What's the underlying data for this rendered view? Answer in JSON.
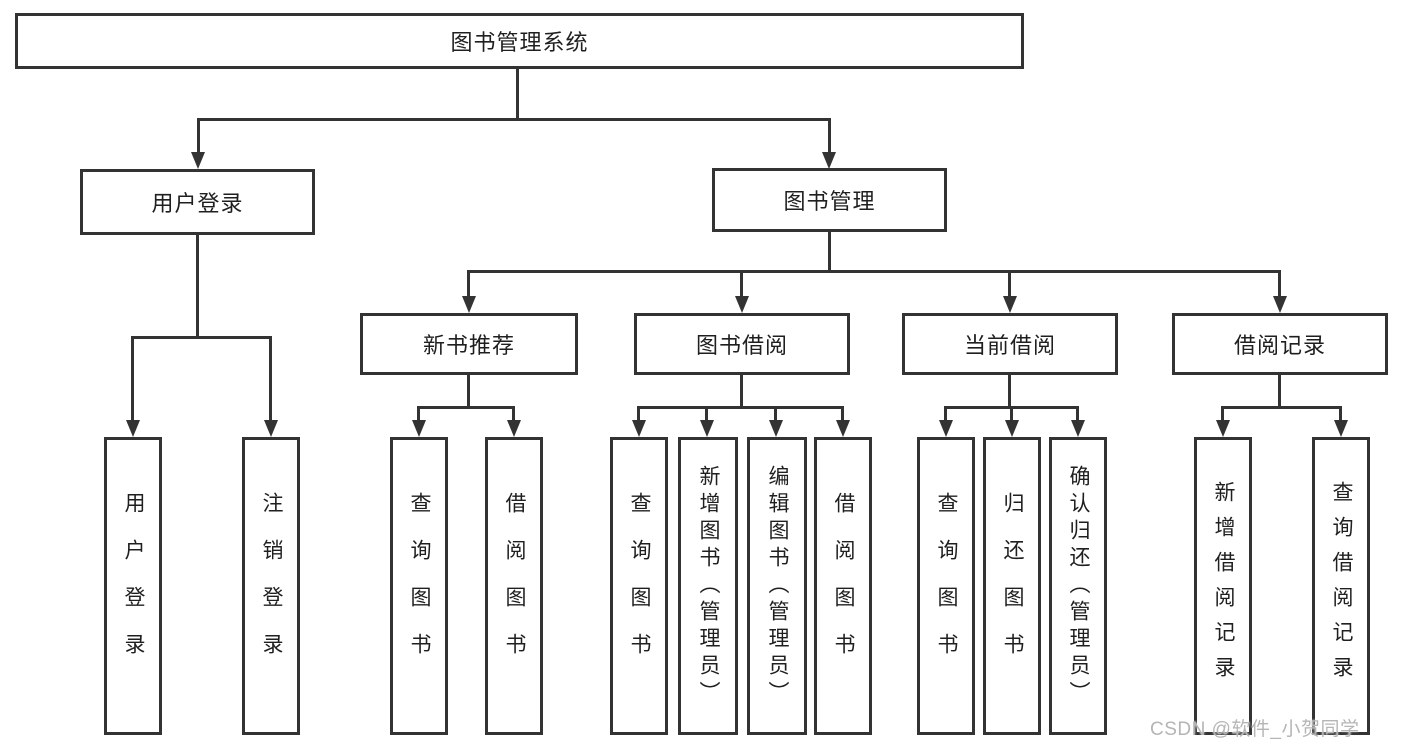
{
  "tree": {
    "label": "图书管理系统",
    "children": [
      {
        "label": "用户登录",
        "children": [
          {
            "label": "用户登录"
          },
          {
            "label": "注销登录"
          }
        ]
      },
      {
        "label": "图书管理",
        "children": [
          {
            "label": "新书推荐",
            "children": [
              {
                "label": "查询图书"
              },
              {
                "label": "借阅图书"
              }
            ]
          },
          {
            "label": "图书借阅",
            "children": [
              {
                "label": "查询图书"
              },
              {
                "label": "新增图书（管理员）"
              },
              {
                "label": "编辑图书（管理员）"
              },
              {
                "label": "借阅图书"
              }
            ]
          },
          {
            "label": "当前借阅",
            "children": [
              {
                "label": "查询图书"
              },
              {
                "label": "归还图书"
              },
              {
                "label": "确认归还（管理员）"
              }
            ]
          },
          {
            "label": "借阅记录",
            "children": [
              {
                "label": "新增借阅记录"
              },
              {
                "label": "查询借阅记录"
              }
            ]
          }
        ]
      }
    ]
  },
  "watermark": "CSDN @软件_小贺同学",
  "colors": {
    "line": "#333333",
    "text": "#1f1f1f",
    "watermark": "#b5b5b5",
    "background": "#ffffff"
  }
}
